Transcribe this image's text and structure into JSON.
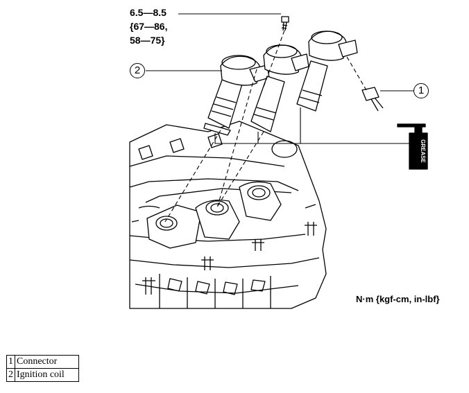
{
  "torque": {
    "line1": "6.5—8.5",
    "line2": "{67—86,",
    "line3": "58—75}"
  },
  "units": "N·m {kgf-cm, in-lbf}",
  "callouts": [
    "1",
    "2"
  ],
  "grease_label": "GREASE",
  "legend": [
    {
      "num": "1",
      "label": "Connector"
    },
    {
      "num": "2",
      "label": "Ignition coil"
    }
  ]
}
